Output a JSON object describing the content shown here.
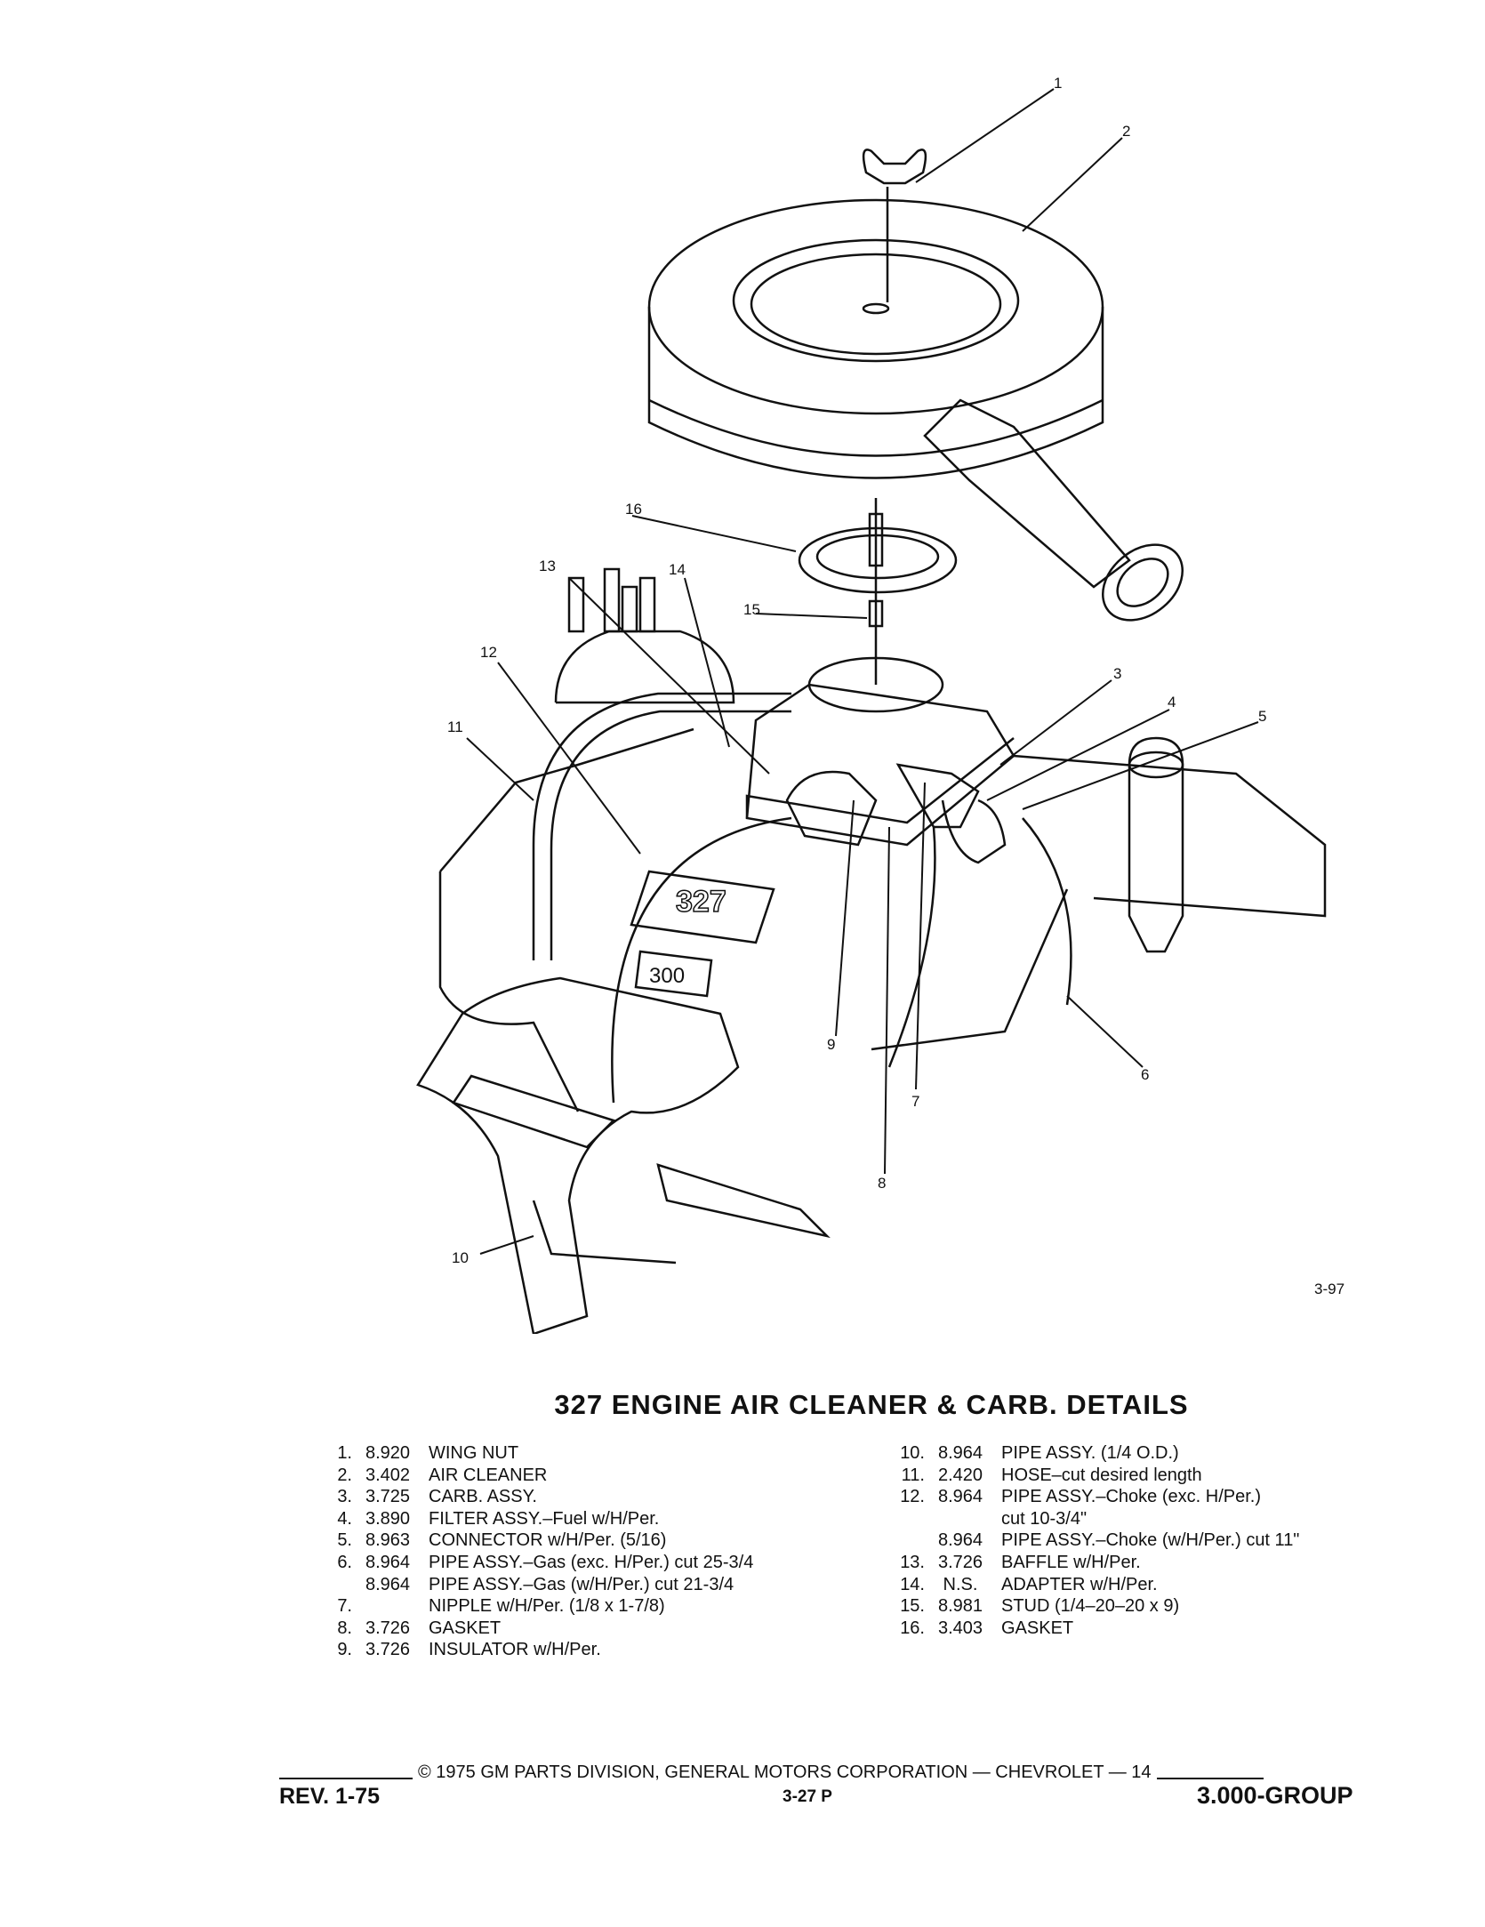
{
  "figure": {
    "code": "3-97",
    "callouts": [
      "1",
      "2",
      "3",
      "4",
      "5",
      "6",
      "7",
      "8",
      "9",
      "10",
      "11",
      "12",
      "13",
      "14",
      "15",
      "16"
    ],
    "badges": [
      "327",
      "300"
    ]
  },
  "title": "327 ENGINE AIR CLEANER & CARB. DETAILS",
  "parts_left": [
    {
      "num": "1.",
      "part": "8.920",
      "desc": "WING NUT"
    },
    {
      "num": "2.",
      "part": "3.402",
      "desc": "AIR CLEANER"
    },
    {
      "num": "3.",
      "part": "3.725",
      "desc": "CARB. ASSY."
    },
    {
      "num": "4.",
      "part": "3.890",
      "desc": "FILTER ASSY.–Fuel w/H/Per."
    },
    {
      "num": "5.",
      "part": "8.963",
      "desc": "CONNECTOR w/H/Per. (5/16)"
    },
    {
      "num": "6.",
      "part": "8.964",
      "desc": "PIPE ASSY.–Gas (exc. H/Per.) cut 25-3/4"
    },
    {
      "num": "",
      "part": "8.964",
      "desc": "PIPE ASSY.–Gas (w/H/Per.) cut 21-3/4"
    },
    {
      "num": "7.",
      "part": "",
      "desc": "NIPPLE w/H/Per. (1/8 x 1-7/8)"
    },
    {
      "num": "8.",
      "part": "3.726",
      "desc": "GASKET"
    },
    {
      "num": "9.",
      "part": "3.726",
      "desc": "INSULATOR w/H/Per."
    }
  ],
  "parts_right": [
    {
      "num": "10.",
      "part": "8.964",
      "desc": "PIPE ASSY. (1/4 O.D.)"
    },
    {
      "num": "11.",
      "part": "2.420",
      "desc": "HOSE–cut desired length"
    },
    {
      "num": "12.",
      "part": "8.964",
      "desc": "PIPE ASSY.–Choke (exc. H/Per.)"
    },
    {
      "num": "",
      "part": "",
      "desc": "cut 10-3/4\""
    },
    {
      "num": "",
      "part": "8.964",
      "desc": "PIPE ASSY.–Choke (w/H/Per.) cut 11\""
    },
    {
      "num": "13.",
      "part": "3.726",
      "desc": "BAFFLE w/H/Per."
    },
    {
      "num": "14.",
      "part": "N.S.",
      "desc": "ADAPTER w/H/Per."
    },
    {
      "num": "15.",
      "part": "8.981",
      "desc": "STUD (1/4–20–20 x 9)"
    },
    {
      "num": "16.",
      "part": "3.403",
      "desc": "GASKET"
    }
  ],
  "footer": {
    "copyright": "© 1975 GM PARTS DIVISION, GENERAL MOTORS CORPORATION — CHEVROLET — 14",
    "revision": "REV. 1-75",
    "page": "3-27  P",
    "group": "3.000-GROUP"
  }
}
